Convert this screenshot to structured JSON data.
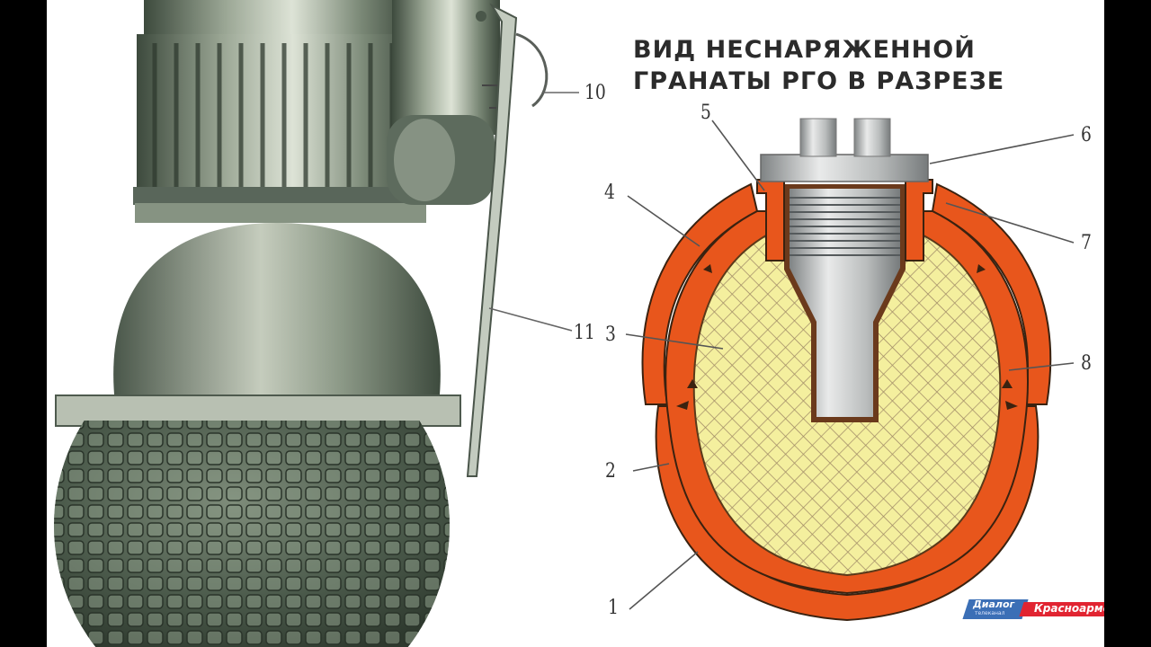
{
  "title_line1": "ВИД НЕСНАРЯЖЕННОЙ",
  "title_line2": "ГРАНАТЫ РГО В РАЗРЕЗЕ",
  "labels": {
    "n1": "1",
    "n2": "2",
    "n3": "3",
    "n4": "4",
    "n5": "5",
    "n6": "6",
    "n7": "7",
    "n8": "8",
    "n10": "10",
    "n11": "11"
  },
  "logo": {
    "brand": "Диалог",
    "brand_sub": "телеканал",
    "city": "Красноармейск"
  },
  "colors": {
    "body_dark": "#5c6a5c",
    "body_light": "#cfd6c8",
    "shell_orange": "#e8561c",
    "shell_outline": "#3a2210",
    "filling_yellow": "#f4ef9e",
    "filling_mesh": "#b59a70",
    "tube_gray": "#c9cbcb",
    "logo_blue": "#3b6fb6",
    "logo_red": "#e12431",
    "frame": "#000000"
  }
}
